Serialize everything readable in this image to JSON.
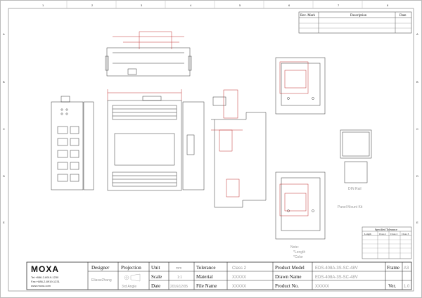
{
  "frame": {
    "columns": [
      "1",
      "2",
      "3",
      "4",
      "5",
      "6",
      "7",
      "8"
    ],
    "rows": [
      "A",
      "B",
      "C",
      "D",
      "E"
    ]
  },
  "revision_table": {
    "headers": [
      "Rev. Mark",
      "Description",
      "Date"
    ]
  },
  "title_block": {
    "company": "MOXA",
    "contact": [
      "Tel:+886-2-8919-1230",
      "Fax:+886-2-8919-1231",
      "www.moxa.com"
    ],
    "designer_label": "Designer",
    "designer_value": "EliaswZhang",
    "projection_label": "Projection",
    "projection_value": "3rd Angle",
    "unit_label": "Unit",
    "unit_value": "mm",
    "scale_label": "Scale",
    "scale_value": "1:1",
    "date_label": "Date",
    "date_value": "2016/12/05",
    "tolerance_label": "Tolerance",
    "tolerance_value": "Class 2",
    "material_label": "Material",
    "material_value": "XXXXX",
    "filename_label": "File Name",
    "filename_value": "XXXXX",
    "product_model_label": "Product Model",
    "product_model_value": "EDS-408A-3S-SC-48V",
    "drawn_name_label": "Drawn Name",
    "drawn_name_value": "EDS-408A-3S-SC-48V",
    "product_no_label": "Product No.",
    "product_no_value": "XXXXX",
    "frame_label": "Frame",
    "frame_value": "A3",
    "ver_label": "Ver.",
    "ver_value": "1.0"
  },
  "tolerance_table": {
    "title": "Specified Tolerance",
    "headers": [
      "Length",
      "Class 1",
      "Class 2",
      "Class 3"
    ]
  },
  "notes": {
    "din_rail": "DIN Rail",
    "panel_mount": "Panel Mount Kit",
    "note_title": "Note:",
    "note_lines": [
      "*Length",
      "*Color"
    ]
  }
}
